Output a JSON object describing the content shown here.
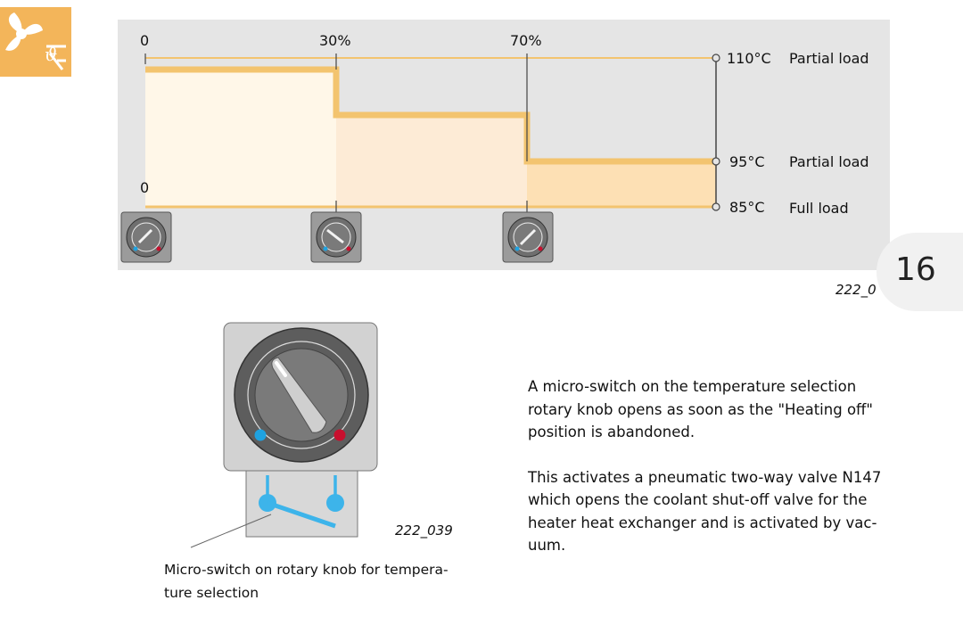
{
  "diagram": {
    "top_labels": [
      "0",
      "30%",
      "70%"
    ],
    "lower_zero": "0",
    "temperatures": [
      "110°C",
      "95°C",
      "85°C"
    ],
    "loads": [
      "Partial load",
      "Partial load",
      "Full load"
    ],
    "figure_number": "222_0",
    "colors": {
      "background": "#e5e5e5",
      "step_line": "#f3c46f",
      "fill_1": "#fff7e8",
      "fill_2": "#fdebd6",
      "fill_3": "#fde0b4"
    }
  },
  "page": {
    "number": "16",
    "logo_icon": "fan-temperature-icon"
  },
  "figure": {
    "number": "222_039",
    "caption_line1": "Micro-switch on rotary knob for tempera-",
    "caption_line2": "ture selection"
  },
  "text": {
    "para1_line1": "A micro-switch on the temperature selection",
    "para1_line2": "rotary knob opens as soon as the \"Heating off\"",
    "para1_line3": "position is abandoned.",
    "para2_line1": "This activates a pneumatic two-way valve N147",
    "para2_line2": "which opens the coolant shut-off valve for the",
    "para2_line3": "heater heat exchanger and is activated by vac-",
    "para2_line4": "uum."
  }
}
